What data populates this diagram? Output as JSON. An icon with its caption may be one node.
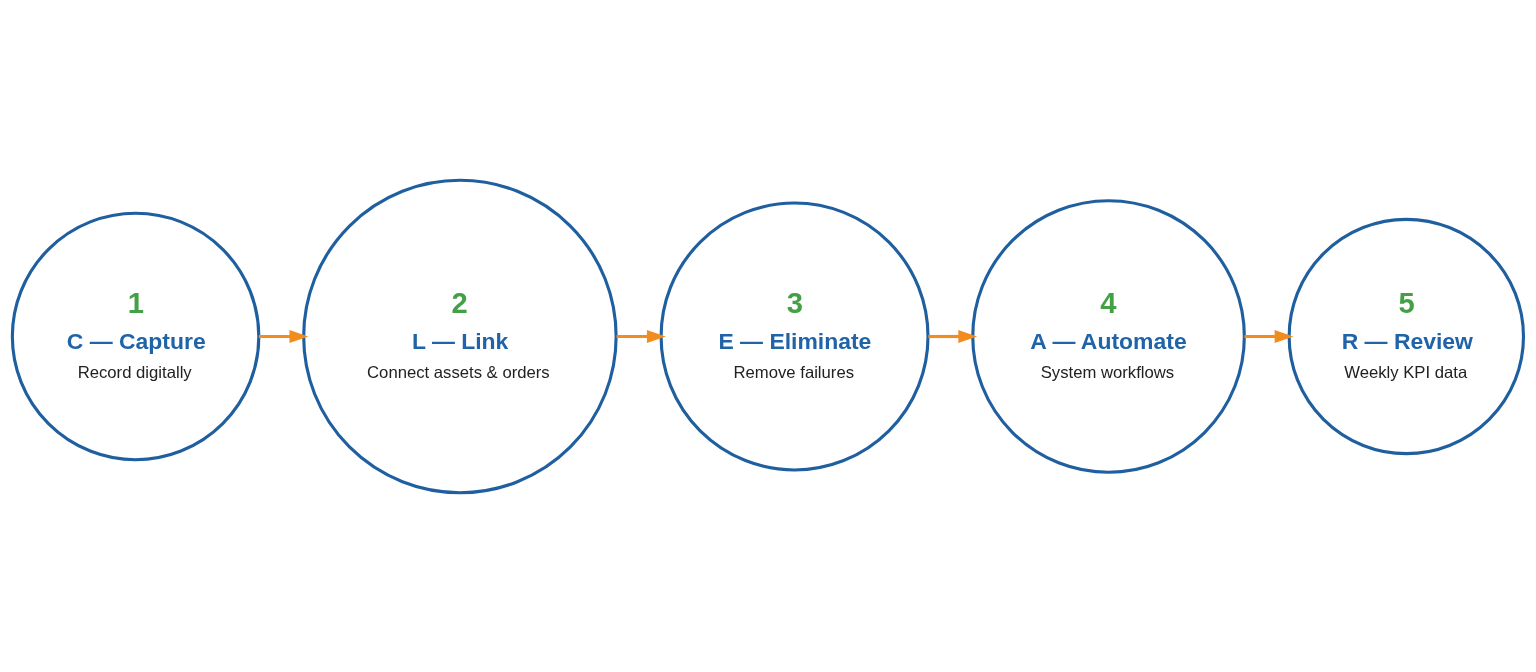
{
  "diagram": {
    "nodes": [
      {
        "text": [
          "1",
          "C — Capture",
          "Record digitally"
        ]
      },
      {
        "text": [
          "2",
          "L — Link",
          "Connect assets & orders"
        ]
      },
      {
        "text": [
          "3",
          "E — Eliminate",
          "Remove failures"
        ]
      },
      {
        "text": [
          "4",
          "A — Automate",
          "System workflows"
        ]
      },
      {
        "text": [
          "5",
          "R — Review",
          "Weekly KPI data"
        ]
      }
    ],
    "edges": [
      {
        "from": 0,
        "to": 1,
        "arrow": "to"
      },
      {
        "from": 1,
        "to": 2,
        "arrow": "to"
      },
      {
        "from": 2,
        "to": 3,
        "arrow": "to"
      },
      {
        "from": 3,
        "to": 4,
        "arrow": "to"
      }
    ]
  }
}
